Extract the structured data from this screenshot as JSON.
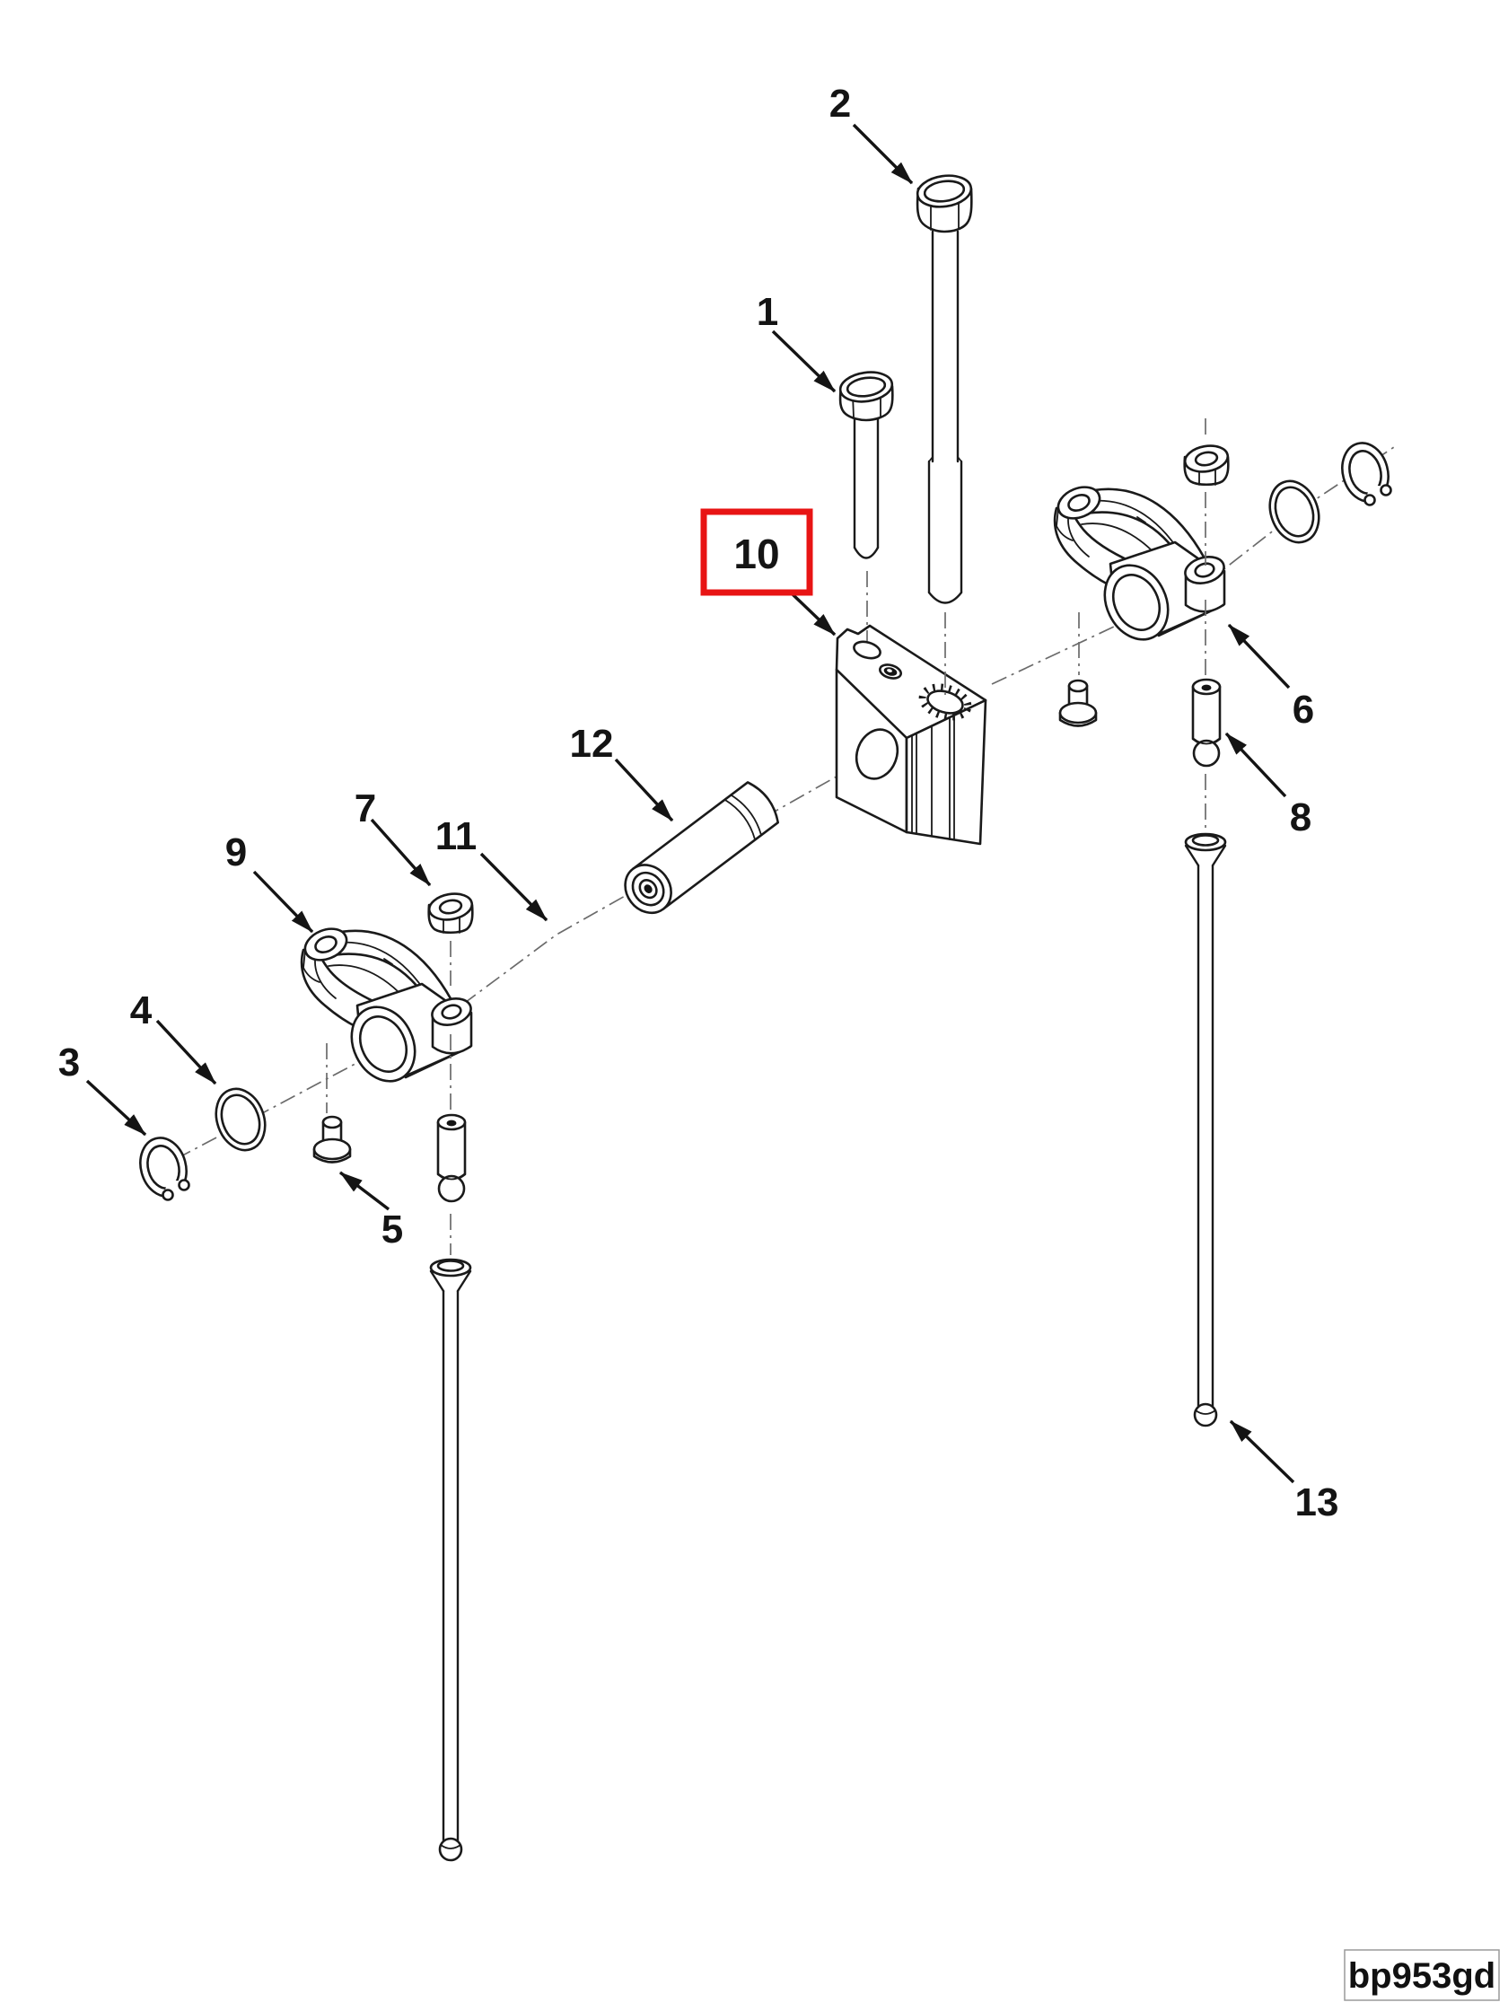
{
  "diagram": {
    "type": "exploded-parts-diagram",
    "figure_code": "bp953gd",
    "highlight_color": "#e81414",
    "highlighted_callout": "10",
    "callouts": {
      "c1": "1",
      "c2": "2",
      "c3": "3",
      "c4": "4",
      "c5": "5",
      "c6": "6",
      "c7": "7",
      "c8": "8",
      "c9": "9",
      "c10": "10",
      "c11": "11",
      "c12": "12",
      "c13": "13"
    }
  }
}
